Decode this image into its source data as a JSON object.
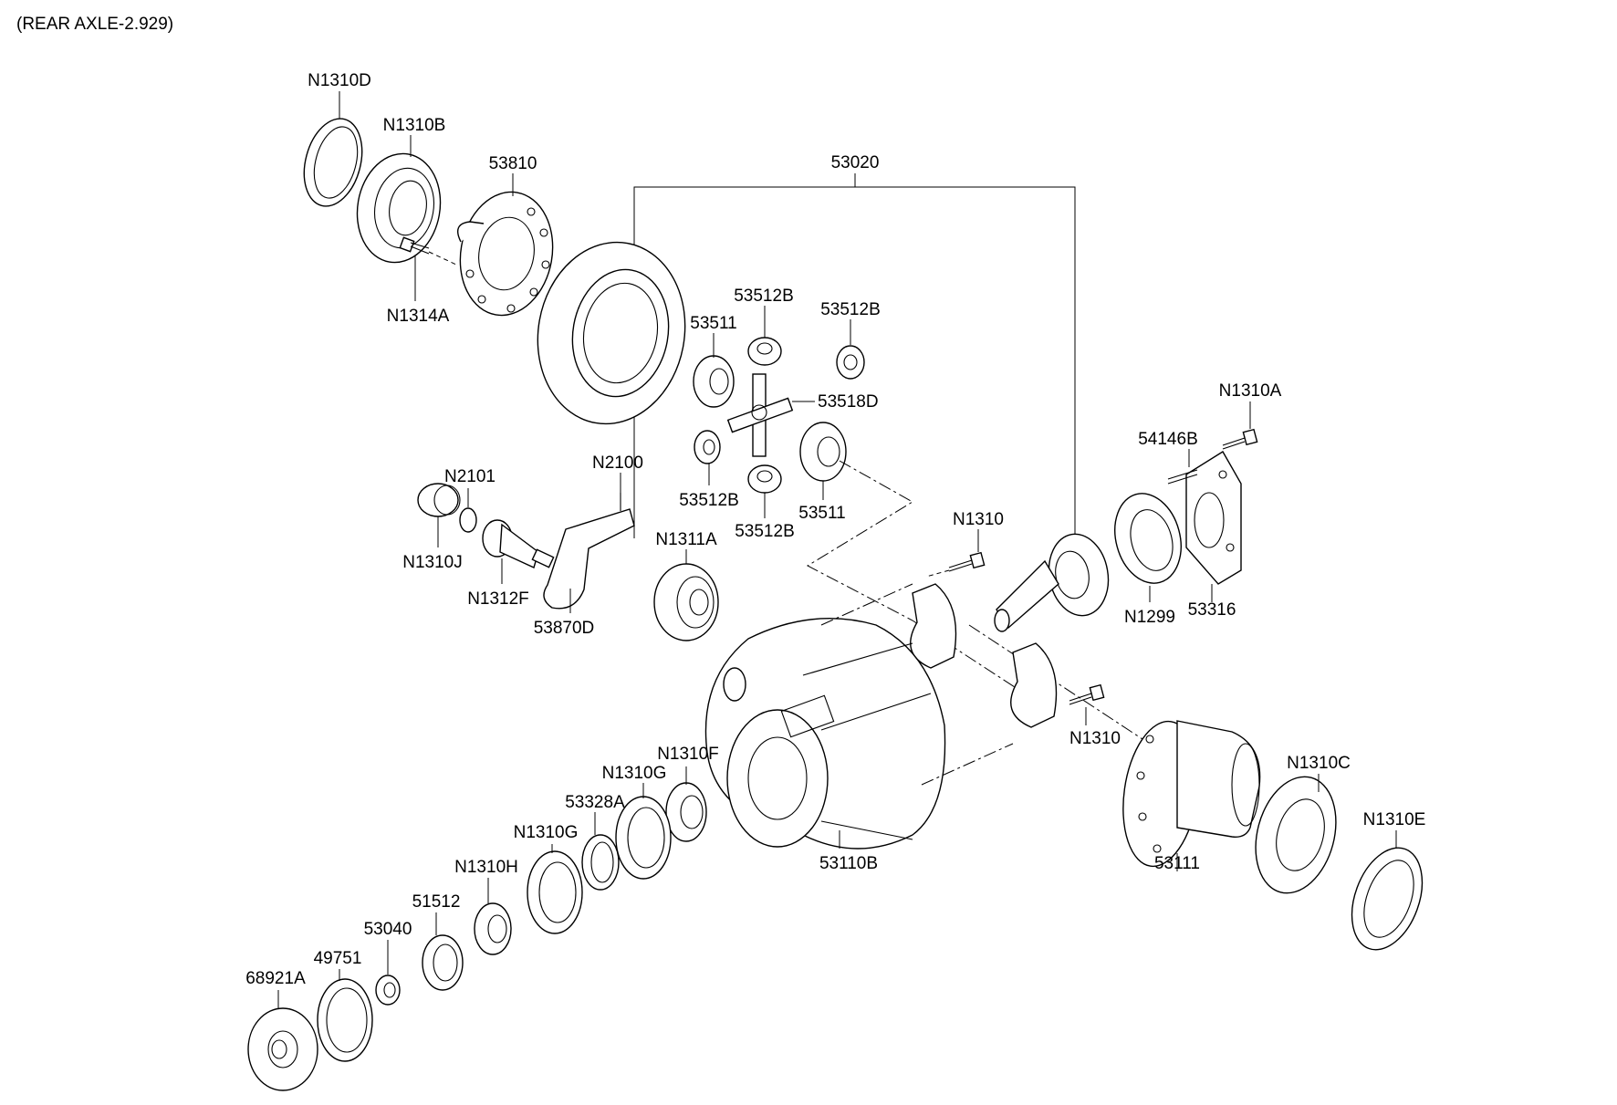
{
  "title": "(REAR AXLE-2.929)",
  "labels": {
    "n1310d": "N1310D",
    "n1310b": "N1310B",
    "p53810": "53810",
    "n1314a": "N1314A",
    "p53020": "53020",
    "p53512b_1": "53512B",
    "p53512b_2": "53512B",
    "p53511_1": "53511",
    "p53518d": "53518D",
    "n1310a": "N1310A",
    "p54146b": "54146B",
    "n2101": "N2101",
    "n2100": "N2100",
    "n1310j": "N1310J",
    "p53512b_3": "53512B",
    "p53511_2": "53511",
    "p53512b_4": "53512B",
    "n1310_1": "N1310",
    "n1311a": "N1311A",
    "n1312f": "N1312F",
    "p53870d": "53870D",
    "n1299": "N1299",
    "p53316": "53316",
    "n1310_2": "N1310",
    "n1310f": "N1310F",
    "n1310g_1": "N1310G",
    "p53328a": "53328A",
    "n1310g_2": "N1310G",
    "n1310c": "N1310C",
    "n1310e": "N1310E",
    "p53110b": "53110B",
    "p53111": "53111",
    "n1310h": "N1310H",
    "p51512": "51512",
    "p53040": "53040",
    "p49751": "49751",
    "p68921a": "68921A"
  }
}
